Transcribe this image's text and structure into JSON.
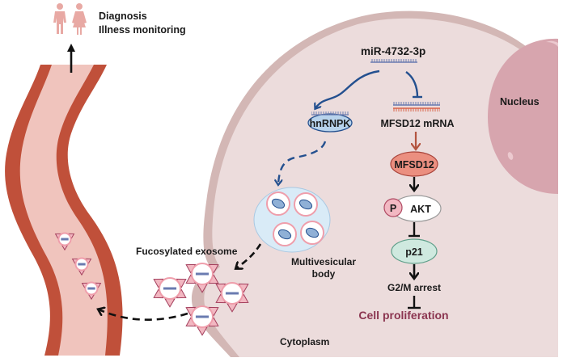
{
  "title": "miR-4732-3p fucosylated exosome pathway",
  "labels": {
    "diagnosis": "Diagnosis",
    "illness_monitoring": "Illness monitoring",
    "mirna": "miR-4732-3p",
    "hnrnpk": "hnRNPK",
    "mfsd12_mrna": "MFSD12 mRNA",
    "mfsd12": "MFSD12",
    "phospho": "P",
    "akt": "AKT",
    "p21": "p21",
    "g2m_arrest": "G2/M arrest",
    "cell_proliferation": "Cell proliferation",
    "nucleus": "Nucleus",
    "cytoplasm": "Cytoplasm",
    "multivesicular_body_line1": "Multivesicular",
    "multivesicular_body_line2": "body",
    "fucosylated_exosome": "Fucosylated exosome"
  },
  "colors": {
    "vessel_wall": "#c0503a",
    "vessel_lumen": "#f0c4bd",
    "cell_body": "#ecdcdc",
    "cell_membrane": "#d3b7b5",
    "nucleus": "#d7a5ae",
    "mirna_strand": "#6a7bb0",
    "mrna_strand": "#d9634a",
    "blue_arrow": "#24508f",
    "brown_arrow": "#b3543f",
    "mfsd12_fill": "#eb8f80",
    "p21_fill": "#cfe9df",
    "phospho_fill": "#f2b8c2",
    "mvb_fill": "#d9ebf7",
    "proliferation_text": "#8b3550",
    "people_icon": "#e8a9a4"
  },
  "icons": [
    "person-male-icon",
    "person-female-icon",
    "up-arrow-icon"
  ]
}
